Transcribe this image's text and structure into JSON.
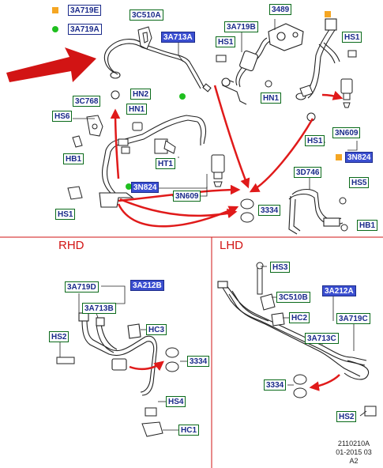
{
  "legend": {
    "square_label": "3A719E",
    "dot_label": "3A719A",
    "square_color": "#f5a623",
    "dot_color": "#1fbf1f"
  },
  "colors": {
    "arrow": "#e01a1a",
    "label_border": "#0a6a1a",
    "label_text": "#1a2a8a",
    "highlight": "#3b4fd0",
    "divider": "#d21414"
  },
  "top": {
    "labels": {
      "c3c510a": "3C510A",
      "a3a713a": "3A713A",
      "a3a719b": "3A719B",
      "n3489": "3489",
      "hs1_a": "HS1",
      "hs1_b": "HS1",
      "hn2": "HN2",
      "c3c768": "3C768",
      "hn1_a": "HN1",
      "hn1_b": "HN1",
      "hs6": "HS6",
      "hb1_a": "HB1",
      "ht1": "HT1",
      "n3n824_a": "3N824",
      "n3n609_a": "3N609",
      "hs1_c": "HS1",
      "n3334_a": "3334",
      "n3n609_b": "3N609",
      "hs1_d": "HS1",
      "n3n824_b": "3N824",
      "d3d746": "3D746",
      "hs5": "HS5",
      "hb1_b": "HB1"
    }
  },
  "rhd": {
    "title": "RHD",
    "labels": {
      "a3a719d": "3A719D",
      "a3a212b": "3A212B",
      "a3a713b": "3A713B",
      "hc3": "HC3",
      "hs2": "HS2",
      "n3334": "3334",
      "hs4": "HS4",
      "hc1": "HC1"
    }
  },
  "lhd": {
    "title": "LHD",
    "labels": {
      "hs3": "HS3",
      "c3c510b": "3C510B",
      "a3a212a": "3A212A",
      "hc2": "HC2",
      "a3a719c": "3A719C",
      "a3a713c": "3A713C",
      "n3334": "3334",
      "hs2": "HS2"
    }
  },
  "footer": {
    "line1": "2110210A",
    "line2": "01-2015 03",
    "line3": "A2"
  }
}
